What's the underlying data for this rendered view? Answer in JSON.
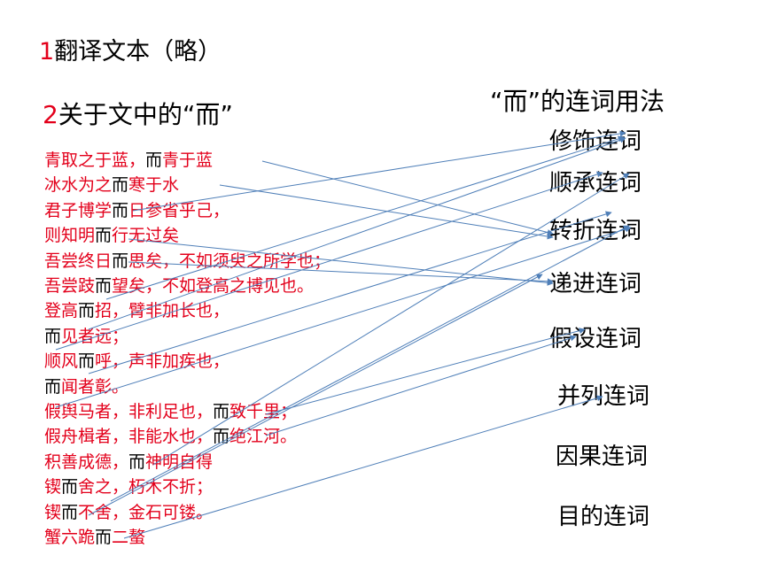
{
  "title1": {
    "num": "1",
    "text": "翻译文本（略）"
  },
  "title2": {
    "num": "2",
    "text": "关于文中的“而”"
  },
  "usage_heading": "“而”的连词用法",
  "sentences": [
    {
      "pre": "青取之于蓝，",
      "er": "而",
      "post": "青于蓝"
    },
    {
      "pre": "冰水为之",
      "er": "而",
      "post": "寒于水"
    },
    {
      "pre": "君子博学",
      "er": "而",
      "post": "日参省乎己，"
    },
    {
      "pre": "则知明",
      "er": "而",
      "post": "行无过矣"
    },
    {
      "pre": "吾尝终日",
      "er": "而",
      "post": "思矣，不如须臾之所学也；"
    },
    {
      "pre": "吾尝跂",
      "er": "而",
      "post": "望矣，不如登高之博见也。"
    },
    {
      "pre": "登高",
      "er": "而",
      "post": "招，臂非加长也，"
    },
    {
      "pre": "",
      "er": "而",
      "post": "见者远；"
    },
    {
      "pre": "顺风",
      "er": "而",
      "post": "呼，声非加疾也，"
    },
    {
      "pre": "",
      "er": "而",
      "post": "闻者彰。"
    },
    {
      "pre": "假舆马者，非利足也，",
      "er": "而",
      "post": "致千里；"
    },
    {
      "pre": "假舟楫者，非能水也，",
      "er": "而",
      "post": "绝江河。"
    },
    {
      "pre": "积善成德，",
      "er": "而",
      "post": "神明自得"
    },
    {
      "pre": "锲",
      "er": "而",
      "post": "舍之，朽木不折；"
    },
    {
      "pre": "锲",
      "er": "而",
      "post": "不舍，金石可镂。"
    },
    {
      "pre": "蟹六跪",
      "er": "而",
      "post": "二螯"
    }
  ],
  "usages": [
    "修饰连词",
    "顺承连词",
    "转折连词",
    "递进连词",
    "假设连词",
    "并列连词",
    "因果连词",
    "目的连词"
  ],
  "colors": {
    "accent_red": "#e3001b",
    "arrow_blue": "#4f7fb8"
  }
}
